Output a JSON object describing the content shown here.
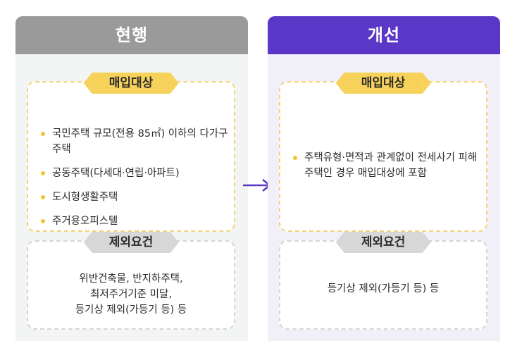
{
  "left": {
    "header": "현행",
    "target_tag": "매입대상",
    "target_items": [
      "국민주택 규모(전용 85㎡) 이하의 다가구주택",
      "공동주택(다세대·연립·아파트)",
      "도시형생활주택",
      "주거용오피스텔"
    ],
    "exclude_tag": "제외요건",
    "exclude_lines": [
      "위반건축물, 반지하주택,",
      "최저주거기준 미달,",
      "등기상 제외(가등기 등) 등"
    ]
  },
  "right": {
    "header": "개선",
    "target_tag": "매입대상",
    "target_items": [
      "주택유형·면적과 관계없이 전세사기 피해주택인 경우 매입대상에 포함"
    ],
    "exclude_tag": "제외요건",
    "exclude_lines": [
      "등기상 제외(가등기 등) 등"
    ]
  },
  "colors": {
    "left_header": "#9a9a9a",
    "right_header": "#5a37c7",
    "tag_yellow": "#f7d25a",
    "tag_gray": "#d7d7d7",
    "arrow": "#5a37c7"
  },
  "icons": {
    "arrow": "arrow-right-icon",
    "bullet": "bullet-dot-icon"
  }
}
